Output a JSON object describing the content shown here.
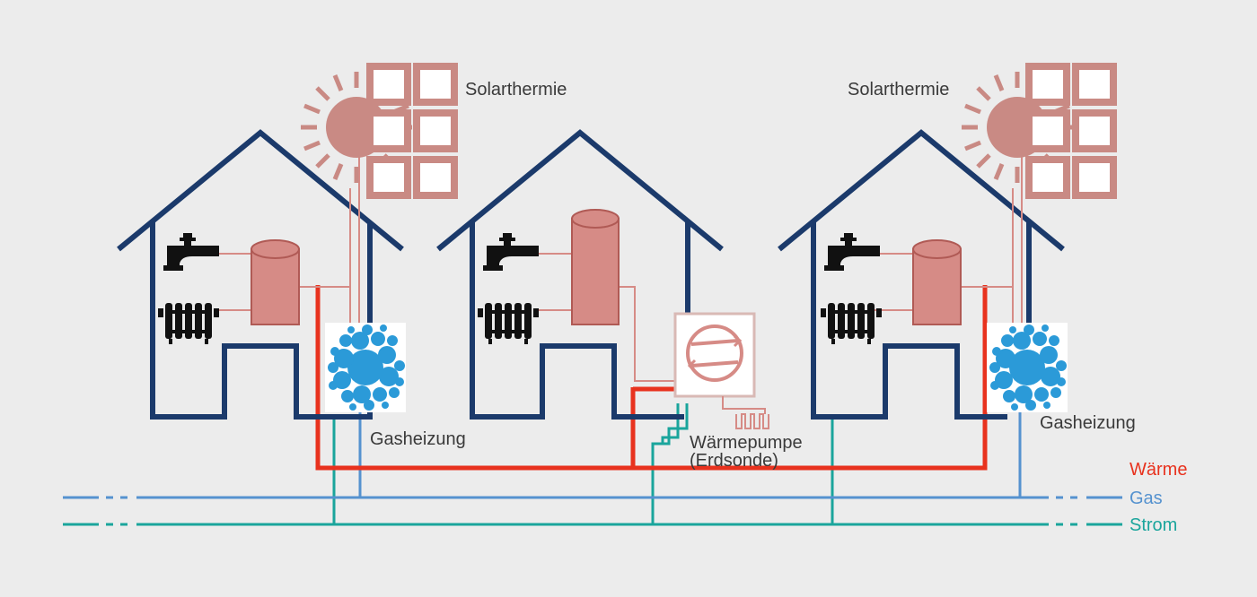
{
  "labels": {
    "solar_left": "Solarthermie",
    "solar_right": "Solarthermie",
    "gas_left": "Gasheizung",
    "gas_right": "Gasheizung",
    "heatpump_line1": "Wärmepumpe",
    "heatpump_line2": "(Erdsonde)"
  },
  "legend": {
    "heat": "Wärme",
    "gas": "Gas",
    "power": "Strom"
  },
  "colors": {
    "house_outline": "#1b3a6b",
    "heat": "#e8321e",
    "gas": "#5592cf",
    "power": "#1aa59c",
    "storage": "#d68b86",
    "solar": "#c98a84",
    "gas_heater": "#2b9ad8",
    "background": "#ececec"
  }
}
